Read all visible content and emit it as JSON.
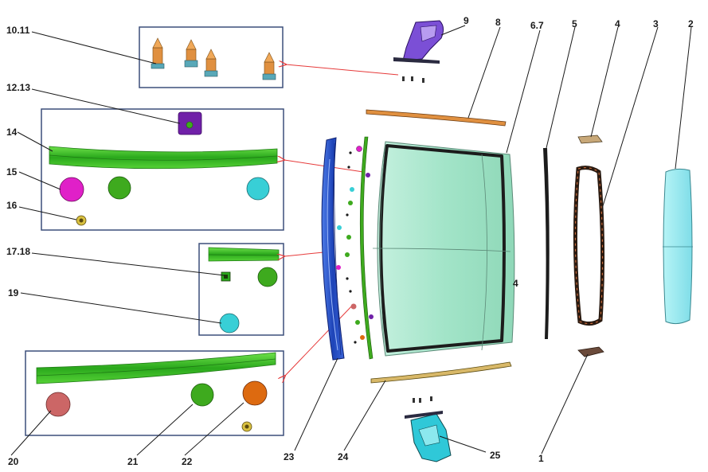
{
  "labels": {
    "l_10_11": "10.11",
    "l_12_13": "12.13",
    "l_14": "14",
    "l_15": "15",
    "l_16": "16",
    "l_17_18": "17.18",
    "l_19": "19",
    "l_20": "20",
    "l_21": "21",
    "l_22": "22",
    "l_23": "23",
    "l_24": "24",
    "l_25": "25",
    "l_1": "1",
    "l_2": "2",
    "l_3": "3",
    "l_4": "4",
    "l_5": "5",
    "l_6_7": "6.7",
    "l_8": "8",
    "l_9": "9",
    "l_4_glass": "4"
  },
  "colors": {
    "leader_line": "#1a1a1a",
    "detail_arrow": "#e63a3a",
    "detail_box_border": "#3c4f7a",
    "glass": "#9fe3c4",
    "glass_edge": "#5c8a78",
    "weatherstrip": "#1c1c1c",
    "sealing_strip": "#2aa81c",
    "clip_magenta": "#e020c8",
    "clip_green": "#3eaa1e",
    "clip_cyan": "#38cfd6",
    "clip_red": "#cc6666",
    "clip_orange": "#dd6a10",
    "bracket_purple": "#7b4fd6",
    "bracket_cyan": "#2fc8d8",
    "pillar_blue": "#2550c8",
    "pin_orange": "#e09040",
    "pad_tan": "#c8a878",
    "side_glass": "#8ce8ee"
  }
}
